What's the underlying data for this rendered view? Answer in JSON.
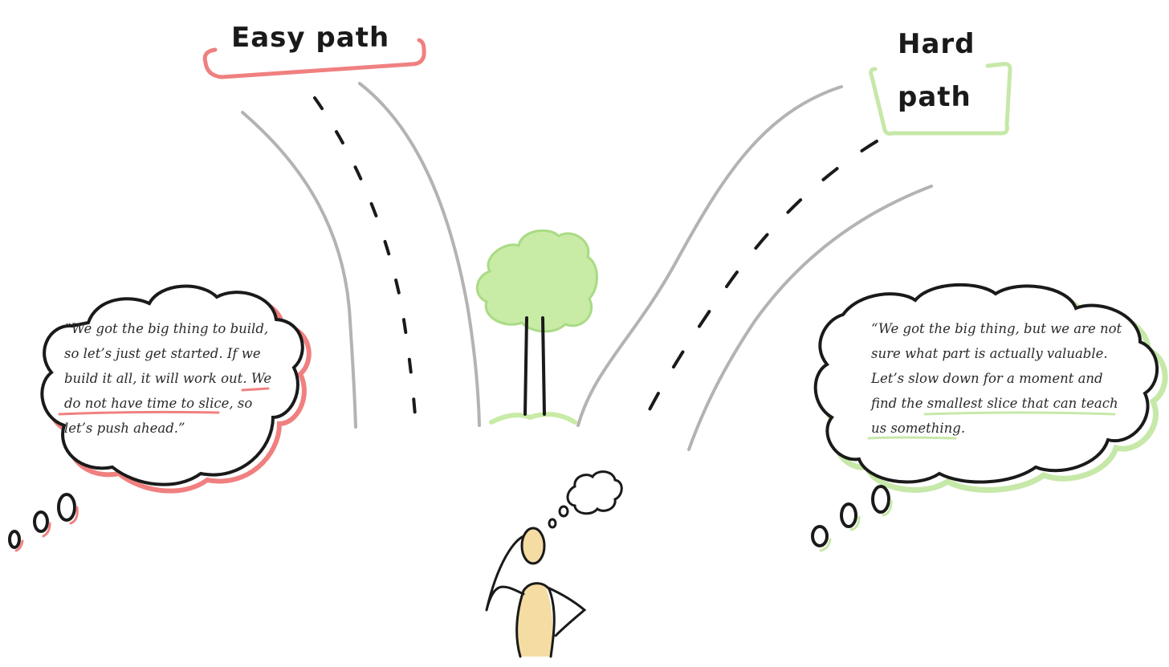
{
  "labels": {
    "easy_path": "Easy path",
    "hard_path_line1": "Hard",
    "hard_path_line2": "path"
  },
  "easy_quote": {
    "line1": "“We got the big thing to build,",
    "line2": "so let’s just get started. If we",
    "line3_plain": "build it all, it will work out. ",
    "line3_emph": "We",
    "line4_emph": "do not have time to slice",
    "line4_plain": ", so",
    "line5": "let’s push ahead.”"
  },
  "hard_quote": {
    "line1": "“We got the big thing, but we are not",
    "line2": "sure what part is actually valuable.",
    "line3": "Let’s slow down for a moment and",
    "line4_plain": "find the ",
    "line4_emph": "smallest slice that can teach",
    "line5_emph": "us something",
    "line5_plain": "."
  },
  "colors": {
    "easy_accent": "#f08080",
    "hard_accent": "#c6e8a8",
    "road": "#b3b3b3",
    "ink": "#1a1a1a",
    "tree_foliage": "#c8eba6",
    "person_skin": "#f5dca3"
  }
}
